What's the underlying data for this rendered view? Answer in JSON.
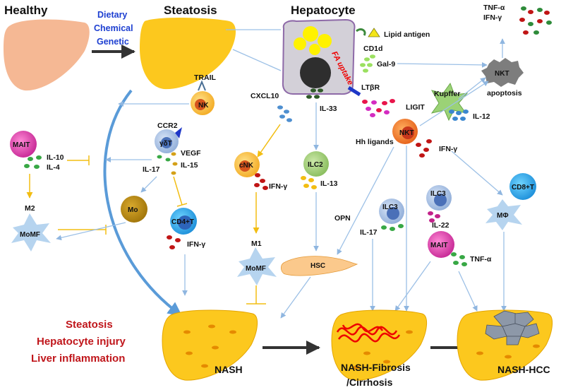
{
  "headers": {
    "healthy": "Healthy",
    "steatosis": "Steatosis",
    "hepatocyte": "Hepatocyte"
  },
  "causes": [
    "Dietary",
    "Chemical",
    "Genetic"
  ],
  "hepatocyte_box": {
    "fa_uptake": "FA uptake",
    "lipid_antigen": "Lipid antigen",
    "cd1d": "CD1d",
    "gal9": "Gal-9",
    "ltbr": "LTβR",
    "ligit": "LIGIT",
    "hh_ligands": "Hh ligands"
  },
  "cells": {
    "nk": "NK",
    "trail": "TRAIL",
    "mait_top": "MAIT",
    "ydt": "γδT",
    "ccr2": "CCR2",
    "mo": "Mo",
    "cd4t": "CD4+T",
    "m2": "M2",
    "momf_left": "MoMF",
    "cnk": "cNK",
    "ilc2": "ILC2",
    "m1": "M1",
    "momf_mid": "MoMF",
    "hsc": "HSC",
    "nkt": "NKT",
    "kupffer": "Kupffer",
    "nkt_apoptosis": "NKT",
    "apoptosis": "apoptosis",
    "ilc3_a": "ILC3",
    "ilc3_b": "ILC3",
    "mait_bottom": "MAIT",
    "cd8t": "CD8+T",
    "macrophage": "MΦ"
  },
  "cytokines": {
    "il10": "IL-10",
    "il4": "IL-4",
    "vegf": "VEGF",
    "il15": "IL-15",
    "il17_left": "IL-17",
    "ifng_cd4": "IFN-γ",
    "cxcl10": "CXCL10",
    "il33": "IL-33",
    "ifng_cnk": "IFN-γ",
    "il13": "IL-13",
    "opn": "OPN",
    "il12": "IL-12",
    "tnfa_top": "TNF-α",
    "ifng_top": "IFN-γ",
    "ifng_nkt": "IFN-γ",
    "il17_ilc3": "IL-17",
    "il22": "IL-22",
    "tnfa_mait": "TNF-α"
  },
  "outcomes": {
    "lines": [
      "Steatosis",
      "Hepatocyte injury",
      "Liver inflammation"
    ],
    "nash": "NASH",
    "fibrosis_line1": "NASH-Fibrosis",
    "fibrosis_line2": "/Cirrhosis",
    "hcc": "NASH-HCC"
  },
  "colors": {
    "liver_healthy": "#f5b894",
    "liver_fatty": "#fcc81e",
    "arrow_blue": "#9cc0e6",
    "arrow_yellow": "#f5c316",
    "accent_red": "#c0161b",
    "accent_blue": "#1d3fd1"
  }
}
